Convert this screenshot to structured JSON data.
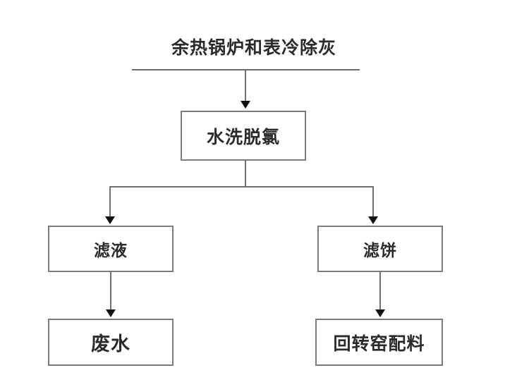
{
  "diagram": {
    "title": "余热锅炉和表冷除灰",
    "type": "flowchart",
    "orientation": "top-down",
    "line_color": "#6f6f6f",
    "arrow_color": "#111111",
    "box_border_color": "#7a7a7a",
    "background": "#ffffff",
    "nodes": [
      {
        "id": "wash",
        "label": "水洗脱氯",
        "level": 1
      },
      {
        "id": "filtrate",
        "label": "滤液",
        "level": 2
      },
      {
        "id": "cake",
        "label": "滤饼",
        "level": 2
      },
      {
        "id": "wastewater",
        "label": "废水",
        "level": 3
      },
      {
        "id": "kiln",
        "label": "回转窑配料",
        "level": 3
      }
    ],
    "edges": [
      {
        "from": "title",
        "to": "wash",
        "style": "arrow"
      },
      {
        "from": "wash",
        "to": "filtrate",
        "style": "branch-arrow"
      },
      {
        "from": "wash",
        "to": "cake",
        "style": "branch-arrow"
      },
      {
        "from": "filtrate",
        "to": "wastewater",
        "style": "arrow"
      },
      {
        "from": "cake",
        "to": "kiln",
        "style": "arrow"
      }
    ]
  }
}
